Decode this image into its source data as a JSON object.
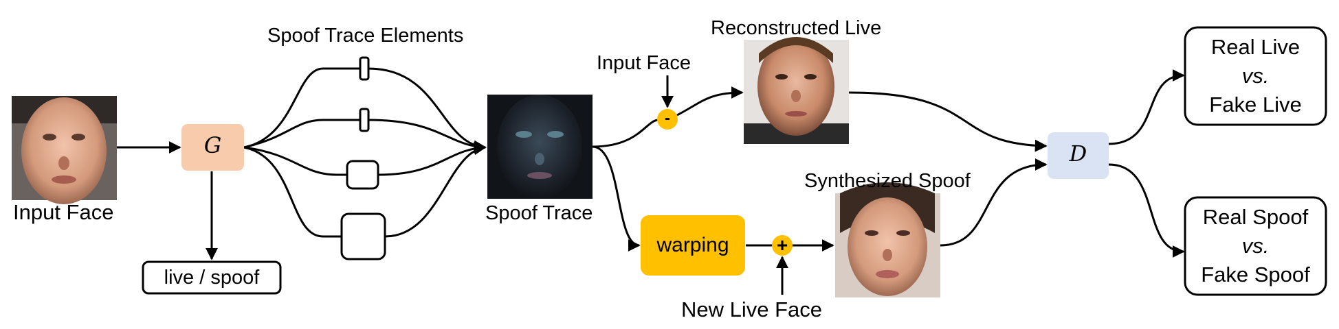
{
  "labels": {
    "input_face_left": "Input Face",
    "spoof_trace_elements": "Spoof Trace Elements",
    "spoof_trace": "Spoof Trace",
    "input_face_top": "Input Face",
    "reconstructed_live": "Reconstructed Live",
    "synthesized_spoof": "Synthesized Spoof",
    "new_live_face": "New Live Face"
  },
  "nodes": {
    "generator": "G",
    "discriminator": "D",
    "live_spoof": "live / spoof",
    "warping": "warping",
    "minus": "-",
    "plus": "+"
  },
  "outputs": {
    "top": [
      "Real Live",
      "vs.",
      "Fake Live"
    ],
    "bottom": [
      "Real Spoof",
      "vs.",
      "Fake Spoof"
    ]
  },
  "colors": {
    "generator_fill": "#f8cbad",
    "discriminator_fill": "#dae3f3",
    "warping_fill": "#ffc000",
    "operator_fill": "#ffc000"
  }
}
